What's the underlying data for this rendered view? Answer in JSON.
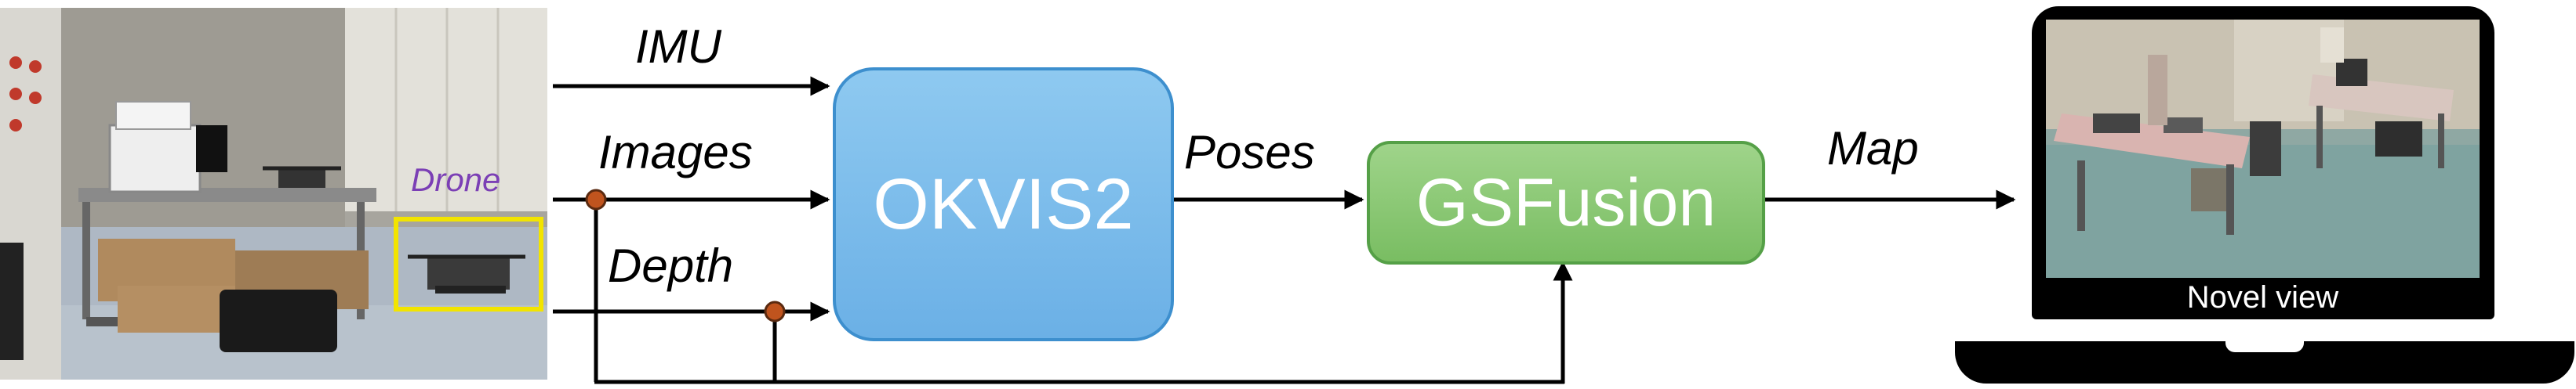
{
  "photo": {
    "drone_label": "Drone"
  },
  "inputs": {
    "imu": "IMU",
    "images": "Images",
    "depth": "Depth"
  },
  "okvis": {
    "label": "OKVIS2"
  },
  "poses": {
    "label": "Poses"
  },
  "gsfusion": {
    "label": "GSFusion"
  },
  "map": {
    "label": "Map"
  },
  "laptop": {
    "caption": "Novel view"
  },
  "colors": {
    "okvis_fill": "#7bbcec",
    "okvis_border": "#3d8fce",
    "gsfusion_fill": "#8cc975",
    "gsfusion_border": "#55a047",
    "junction": "#c0541e",
    "drone_box": "#f2e400",
    "drone_label": "#7b3fb5"
  }
}
